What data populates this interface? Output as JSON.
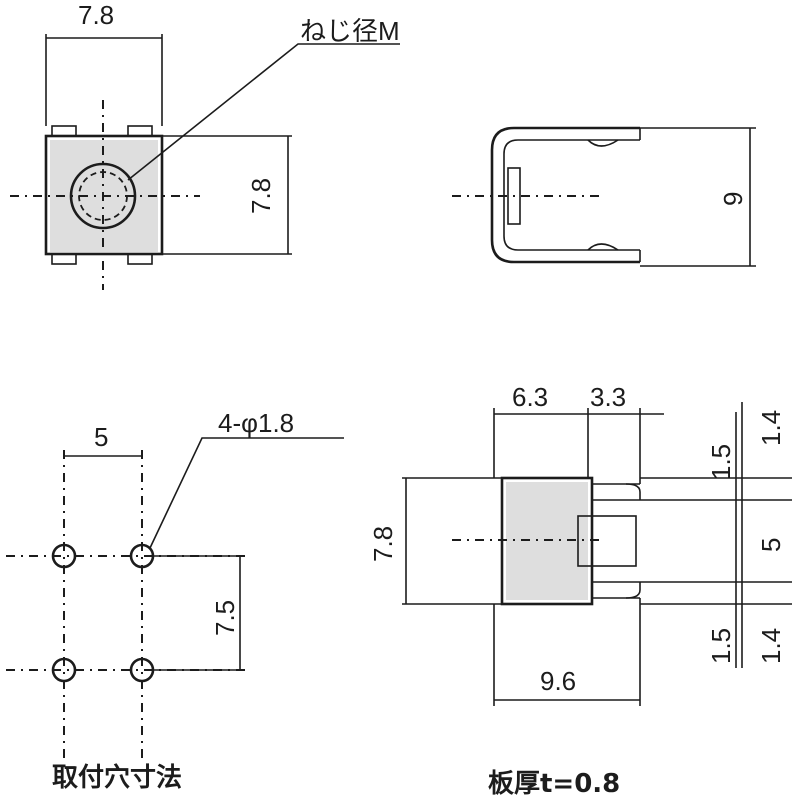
{
  "front_view": {
    "width": "7.8",
    "height": "7.8",
    "screw_label": "ねじ径M"
  },
  "side_view": {
    "height": "9"
  },
  "mounting_holes": {
    "pitch_x": "5",
    "pitch_y": "7.5",
    "hole_label": "4-φ1.8",
    "caption": "取付穴寸法"
  },
  "top_view": {
    "dim_a": "6.3",
    "dim_b": "3.3",
    "total_width": "9.6",
    "height": "7.8",
    "right_1_5_top": "1.5",
    "right_1_4_top": "1.4",
    "right_5": "5",
    "right_1_5_bottom": "1.5",
    "right_1_4_bottom": "1.4",
    "caption": "板厚t=0.8"
  }
}
